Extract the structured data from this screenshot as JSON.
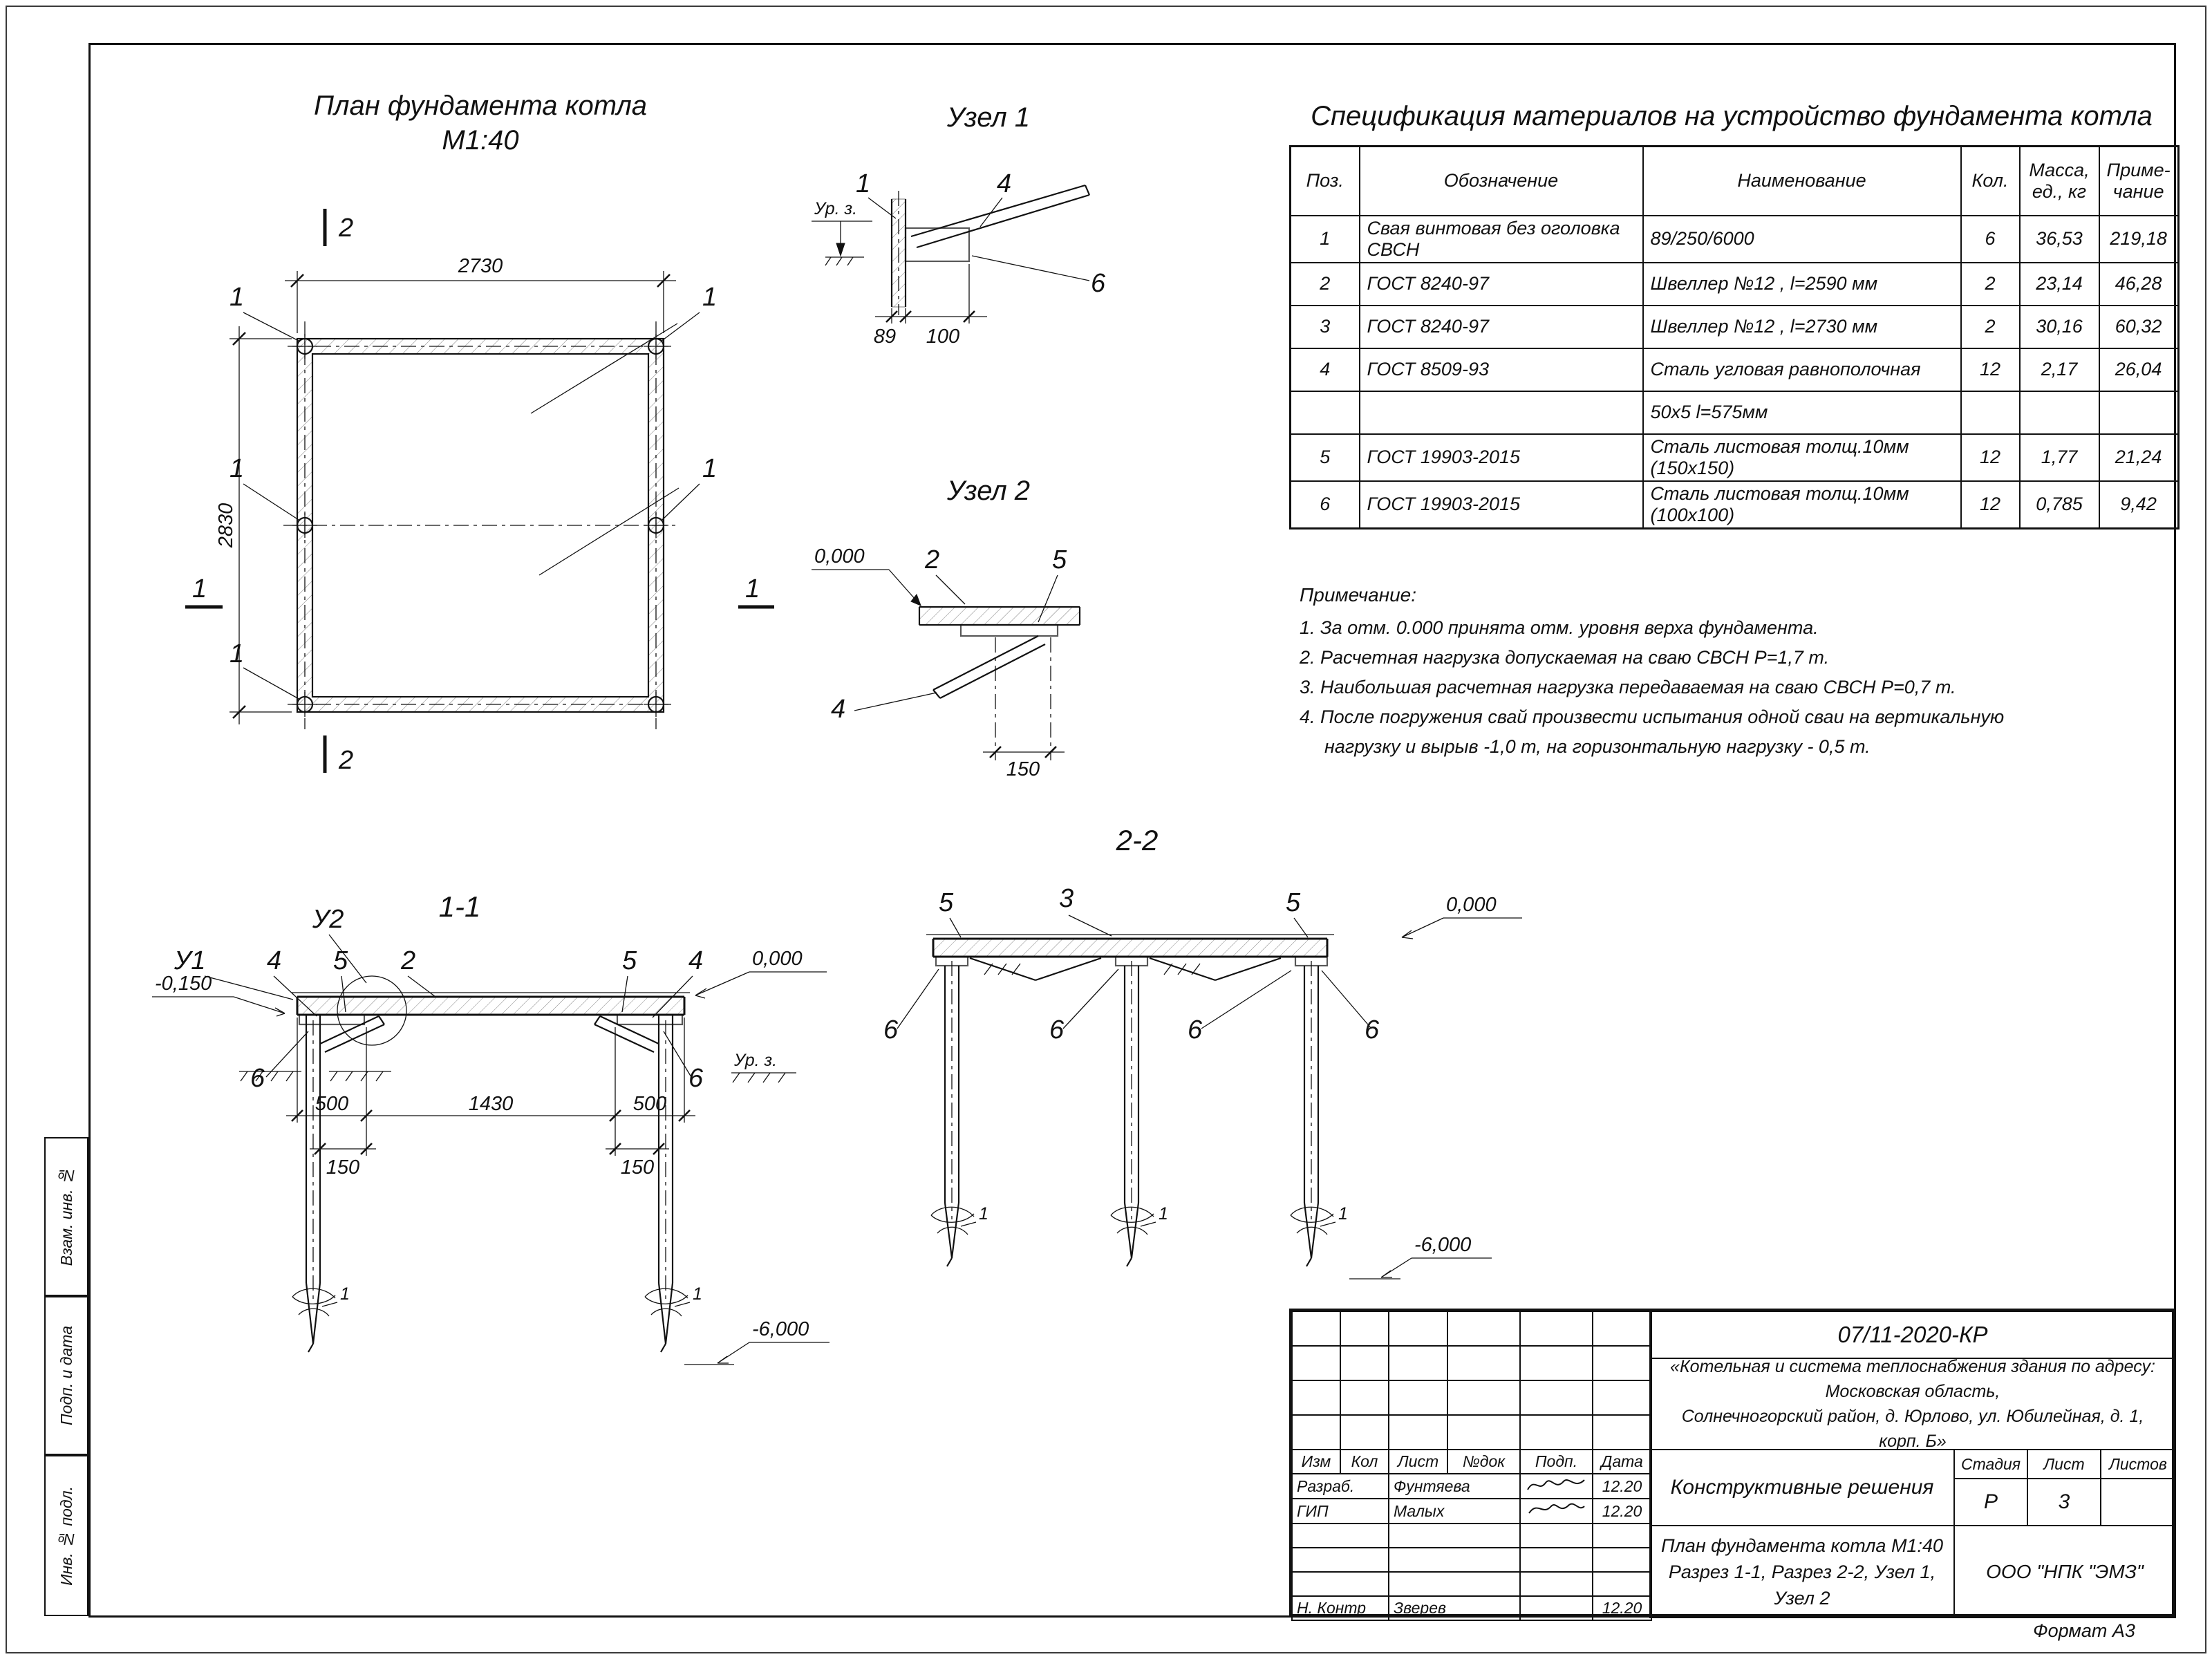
{
  "titles": {
    "plan_line1": "План фундамента котла",
    "plan_line2": "М1:40",
    "node1": "Узел 1",
    "node2": "Узел 2",
    "section11": "1-1",
    "section22": "2-2",
    "spec": "Спецификация материалов на устройство фундамента котла"
  },
  "callouts": {
    "c1": "1",
    "c2": "2",
    "c3": "3",
    "c4": "4",
    "c5": "5",
    "c6": "6",
    "u1": "У1",
    "u2": "У2"
  },
  "dims": {
    "d2730": "2730",
    "d2830": "2830",
    "d89": "89",
    "d100": "100",
    "d150": "150",
    "d500": "500",
    "d1430": "1430"
  },
  "elev": {
    "zero": "0,000",
    "minus150": "-0,150",
    "minus6000": "-6,000",
    "ground": "Ур. з."
  },
  "spec_table": {
    "headers": [
      "Поз.",
      "Обозначение",
      "Наименование",
      "Кол.",
      "Масса,\nед., кг",
      "Приме-\nчание"
    ],
    "rows": [
      [
        "1",
        "Свая винтовая без оголовка СВСН",
        "89/250/6000",
        "6",
        "36,53",
        "219,18"
      ],
      [
        "2",
        "ГОСТ 8240-97",
        "Швеллер №12 , l=2590 мм",
        "2",
        "23,14",
        "46,28"
      ],
      [
        "3",
        "ГОСТ 8240-97",
        "Швеллер №12 , l=2730 мм",
        "2",
        "30,16",
        "60,32"
      ],
      [
        "4",
        "ГОСТ 8509-93",
        "Сталь угловая равнополочная",
        "12",
        "2,17",
        "26,04"
      ],
      [
        "",
        "",
        "50х5 l=575мм",
        "",
        "",
        ""
      ],
      [
        "5",
        "ГОСТ 19903-2015",
        "Сталь листовая толщ.10мм (150х150)",
        "12",
        "1,77",
        "21,24"
      ],
      [
        "6",
        "ГОСТ 19903-2015",
        "Сталь листовая толщ.10мм (100х100)",
        "12",
        "0,785",
        "9,42"
      ]
    ]
  },
  "notes": {
    "title": "Примечание:",
    "lines": [
      "1. За отм. 0.000 принята отм. уровня верха фундамента.",
      "2. Расчетная нагрузка допускаемая на сваю СВСН  Р=1,7 т.",
      "3. Наибольшая расчетная нагрузка передаваемая на сваю СВСН   Р=0,7 т.",
      "4. После погружения свай произвести испытания одной сваи на вертикальную",
      "нагрузку и вырыв -1,0 т, на горизонтальную нагрузку - 0,5 т."
    ]
  },
  "titleblock": {
    "doc_number": "07/11-2020-КР",
    "project_line1": "«Котельная и система теплоснабжения здания по адресу: Московская область,",
    "project_line2": "Солнечногорский район, д. Юрлово, ул. Юбилейная, д. 1, корп. Б»",
    "columns": [
      "Изм",
      "Кол",
      "Лист",
      "№док",
      "Подп.",
      "Дата"
    ],
    "rows": [
      {
        "role": "Разраб.",
        "name": "Фунтяева",
        "date": "12.20"
      },
      {
        "role": "ГИП",
        "name": "Малых",
        "date": "12.20"
      },
      {
        "role": "",
        "name": "",
        "date": ""
      },
      {
        "role": "",
        "name": "",
        "date": ""
      },
      {
        "role": "",
        "name": "",
        "date": ""
      },
      {
        "role": "Н. Контр",
        "name": "Зверев",
        "date": "12.20"
      }
    ],
    "doc_type": "Конструктивные решения",
    "stage_label": "Стадия",
    "sheet_label": "Лист",
    "sheets_label": "Листов",
    "stage": "Р",
    "sheet": "3",
    "sheets": "",
    "content_line1": "План фундамента котла М1:40",
    "content_line2": "Разрез 1-1, Разрез 2-2, Узел 1, Узел 2",
    "company": "ООО \"НПК \"ЭМЗ\""
  },
  "sidebar": {
    "labels": [
      "Взам. инв. №",
      "Подп. и дата",
      "Инв. № подл."
    ]
  },
  "format_label": "Формат А3"
}
